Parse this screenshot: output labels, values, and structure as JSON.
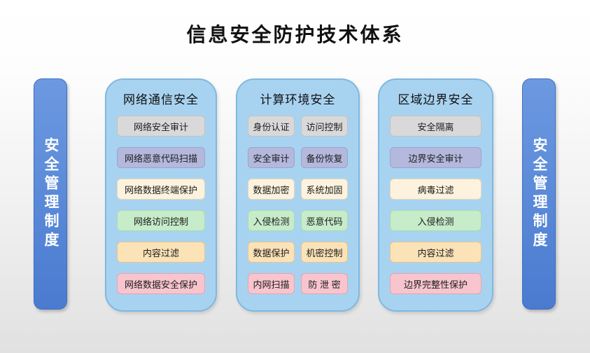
{
  "title": "信息安全防护技术体系",
  "side_bars": {
    "left_label": "安全管理制度",
    "right_label": "安全管理制度"
  },
  "bar_style": {
    "gradient_top": "#6c99e0",
    "gradient_bottom": "#4a7bd0"
  },
  "panel_style": {
    "bg": "#a8d3f0",
    "border": "#7fb8e0"
  },
  "palette": {
    "gray": {
      "bg": "#d9d9d9",
      "border": "#c2c2c2"
    },
    "purple": {
      "bg": "#b3b8dc",
      "border": "#9da3cb"
    },
    "cream": {
      "bg": "#fcf2de",
      "border": "#e4d6ba"
    },
    "green": {
      "bg": "#c6ecc9",
      "border": "#a9d9af"
    },
    "peach": {
      "bg": "#fbe2b7",
      "border": "#e5c490"
    },
    "pink": {
      "bg": "#f8c5ce",
      "border": "#e3a4b1"
    }
  },
  "columns": [
    {
      "header": "网络通信安全",
      "rows": [
        [
          {
            "label": "网络安全审计",
            "color": "gray"
          }
        ],
        [
          {
            "label": "网络恶意代码扫描",
            "color": "purple"
          }
        ],
        [
          {
            "label": "网络数据终端保护",
            "color": "cream"
          }
        ],
        [
          {
            "label": "网络访问控制",
            "color": "green"
          }
        ],
        [
          {
            "label": "内容过滤",
            "color": "peach"
          }
        ],
        [
          {
            "label": "网络数据安全保护",
            "color": "pink"
          }
        ]
      ]
    },
    {
      "header": "计算环境安全",
      "rows": [
        [
          {
            "label": "身份认证",
            "color": "gray"
          },
          {
            "label": "访问控制",
            "color": "gray"
          }
        ],
        [
          {
            "label": "安全审计",
            "color": "purple"
          },
          {
            "label": "备份恢复",
            "color": "purple"
          }
        ],
        [
          {
            "label": "数据加密",
            "color": "cream"
          },
          {
            "label": "系统加固",
            "color": "cream"
          }
        ],
        [
          {
            "label": "入侵检测",
            "color": "green"
          },
          {
            "label": "恶意代码",
            "color": "green"
          }
        ],
        [
          {
            "label": "数据保护",
            "color": "peach"
          },
          {
            "label": "机密控制",
            "color": "peach"
          }
        ],
        [
          {
            "label": "内网扫描",
            "color": "pink"
          },
          {
            "label": "防 泄 密",
            "color": "pink"
          }
        ]
      ]
    },
    {
      "header": "区域边界安全",
      "rows": [
        [
          {
            "label": "安全隔离",
            "color": "gray"
          }
        ],
        [
          {
            "label": "边界安全审计",
            "color": "purple"
          }
        ],
        [
          {
            "label": "病毒过滤",
            "color": "cream"
          }
        ],
        [
          {
            "label": "入侵检测",
            "color": "green"
          }
        ],
        [
          {
            "label": "内容过滤",
            "color": "peach"
          }
        ],
        [
          {
            "label": "边界完整性保护",
            "color": "pink"
          }
        ]
      ]
    }
  ]
}
